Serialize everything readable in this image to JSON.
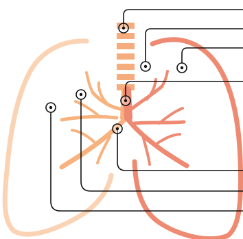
{
  "diagram": {
    "colors": {
      "left_lung": "#FAD3B4",
      "right_lung": "#EF8A72",
      "trachea": "#F6AD7E",
      "left_bronchi": "#F7B27E",
      "right_bronchi": "#EF8A72",
      "leader": "#111111"
    },
    "markers": [
      {
        "name": "marker-trachea-top"
      },
      {
        "name": "marker-trachea-bottom"
      },
      {
        "name": "marker-right-lung-upper"
      },
      {
        "name": "marker-right-lung-middle"
      },
      {
        "name": "marker-carina"
      },
      {
        "name": "marker-left-bronchus"
      },
      {
        "name": "marker-left-lung"
      }
    ]
  }
}
